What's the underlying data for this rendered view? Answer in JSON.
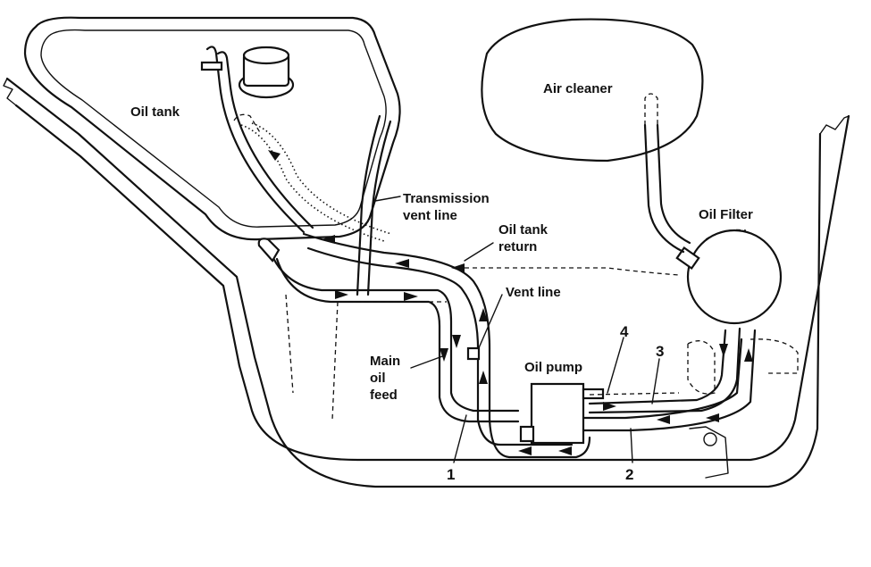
{
  "labels": {
    "oil_tank": "Oil tank",
    "transmission_vent_line": [
      "Transmission",
      "vent line"
    ],
    "oil_tank_return": [
      "Oil tank",
      "return"
    ],
    "vent_line": "Vent line",
    "main_oil_feed": [
      "Main",
      "oil",
      "feed"
    ],
    "oil_pump": "Oil pump",
    "air_cleaner": "Air cleaner",
    "oil_filter": "Oil Filter"
  },
  "callouts": [
    "1",
    "2",
    "3",
    "4"
  ]
}
